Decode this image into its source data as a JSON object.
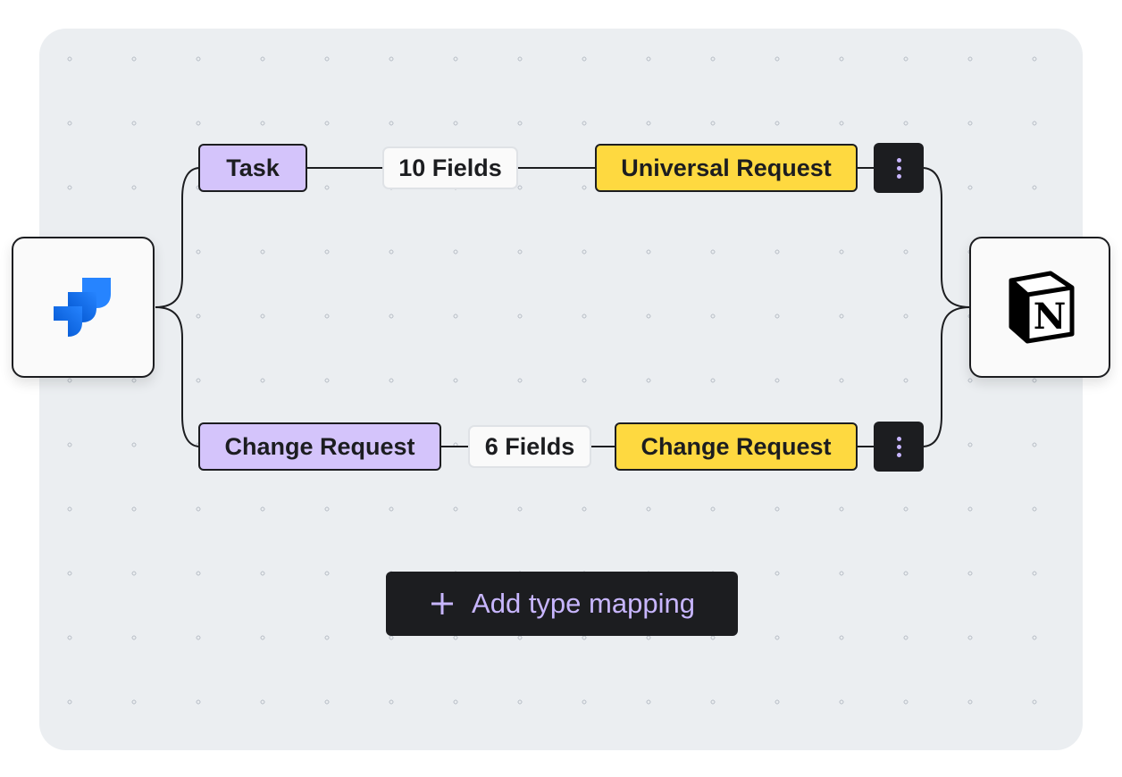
{
  "source_app": {
    "name": "Jira",
    "icon": "jira-icon",
    "color": "#2684ff"
  },
  "target_app": {
    "name": "Notion",
    "icon": "notion-icon",
    "color": "#000000"
  },
  "mappings": [
    {
      "source_type": "Task",
      "field_count": "10 Fields",
      "target_type": "Universal Request"
    },
    {
      "source_type": "Change Request",
      "field_count": "6 Fields",
      "target_type": "Change Request"
    }
  ],
  "add_button": {
    "label": "Add type mapping",
    "icon": "plus-icon"
  },
  "colors": {
    "source_chip": "#d4c4fb",
    "target_chip": "#fed940",
    "dark": "#1c1d20",
    "accent_text": "#c8b6ff",
    "canvas": "#ebeef1"
  }
}
